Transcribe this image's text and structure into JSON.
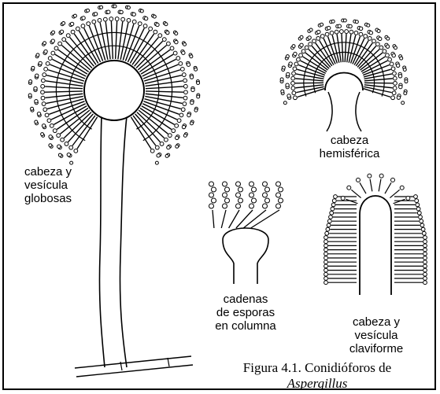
{
  "labels": {
    "globose": [
      "cabeza y",
      "vesícula",
      "globosas"
    ],
    "hemispheric": [
      "cabeza",
      "hemisférica"
    ],
    "column": [
      "cadenas",
      "de esporas",
      "en columna"
    ],
    "claviform": [
      "cabeza y",
      "vesícula",
      "claviforme"
    ]
  },
  "caption": {
    "text": "Figura 4.1. Conidióforos de",
    "genus": "Aspergillus"
  },
  "colors": {
    "ink": "#000000",
    "paper": "#ffffff"
  }
}
